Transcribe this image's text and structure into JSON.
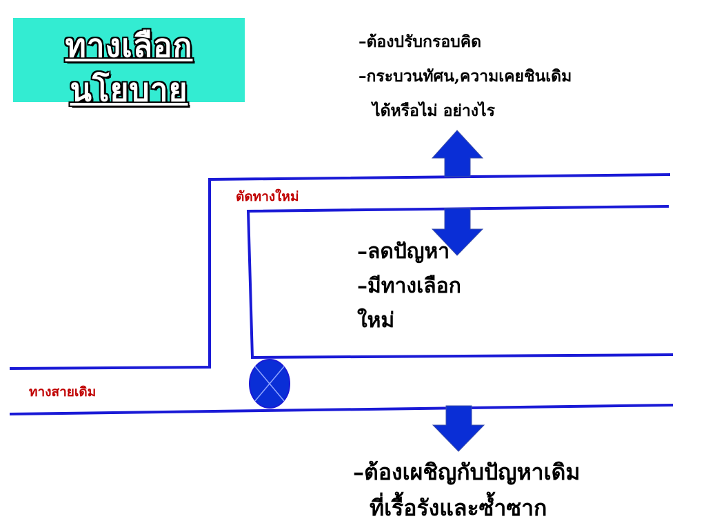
{
  "title": {
    "line1": "ทางเลือก",
    "line2": "นโยบาย"
  },
  "top_notes": [
    "–ต้องปรับกรอบคิด",
    "–กระบวนทัศน,ความเคยชินเดิม",
    "ได้หรือไม่ อย่างไร"
  ],
  "middle_notes": [
    "–ลดปัญหา",
    "–มีทางเลือก",
    "ใหม่"
  ],
  "bottom_notes": [
    "–ต้องเผชิญกับปัญหาเดิม",
    "ที่เรื้อรังและซ้ำซาก"
  ],
  "labels": {
    "new_road": "ตัดทางใหม่",
    "old_road": "ทางสายเดิม"
  },
  "colors": {
    "title_bg": "#33ecd2",
    "road": "#1a1ad6",
    "arrow": "#0a2ed6",
    "label_red": "#c00000"
  }
}
